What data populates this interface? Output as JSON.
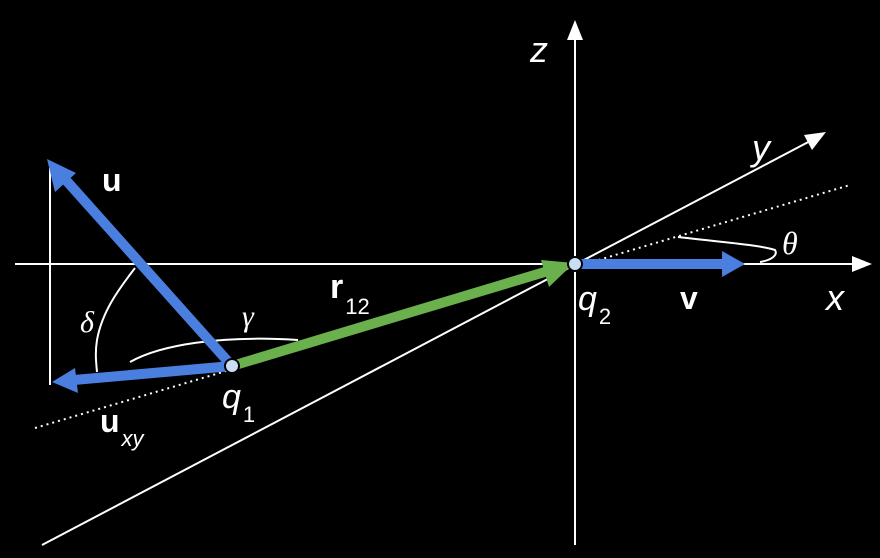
{
  "colors": {
    "background": "#000000",
    "axes": "#ffffff",
    "vector_blue": "#4a7fe0",
    "vector_green": "#6ab04c",
    "charge_fill": "#c9def2"
  },
  "labels": {
    "z": "z",
    "y": "y",
    "x": "x",
    "theta": "θ",
    "u": "u",
    "r": "r",
    "r_sub": "12",
    "gamma": "γ",
    "delta": "δ",
    "u_xy": "u",
    "u_xy_sub": "xy",
    "v": "v",
    "q1": "q",
    "q1_sub": "1",
    "q2": "q",
    "q2_sub": "2"
  }
}
